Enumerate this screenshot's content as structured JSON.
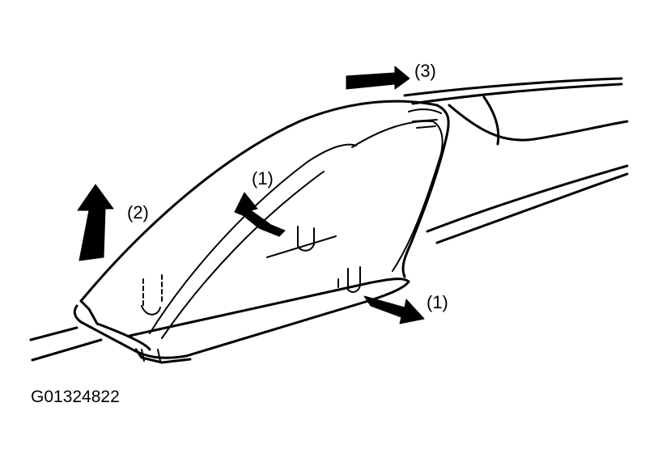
{
  "diagram": {
    "callouts": {
      "step_3": "(3)",
      "step_1_upper": "(1)",
      "step_2": "(2)",
      "step_1_lower": "(1)"
    },
    "figure_code": "G01324822"
  },
  "colors": {
    "ink": "#000000",
    "paper": "#ffffff"
  }
}
